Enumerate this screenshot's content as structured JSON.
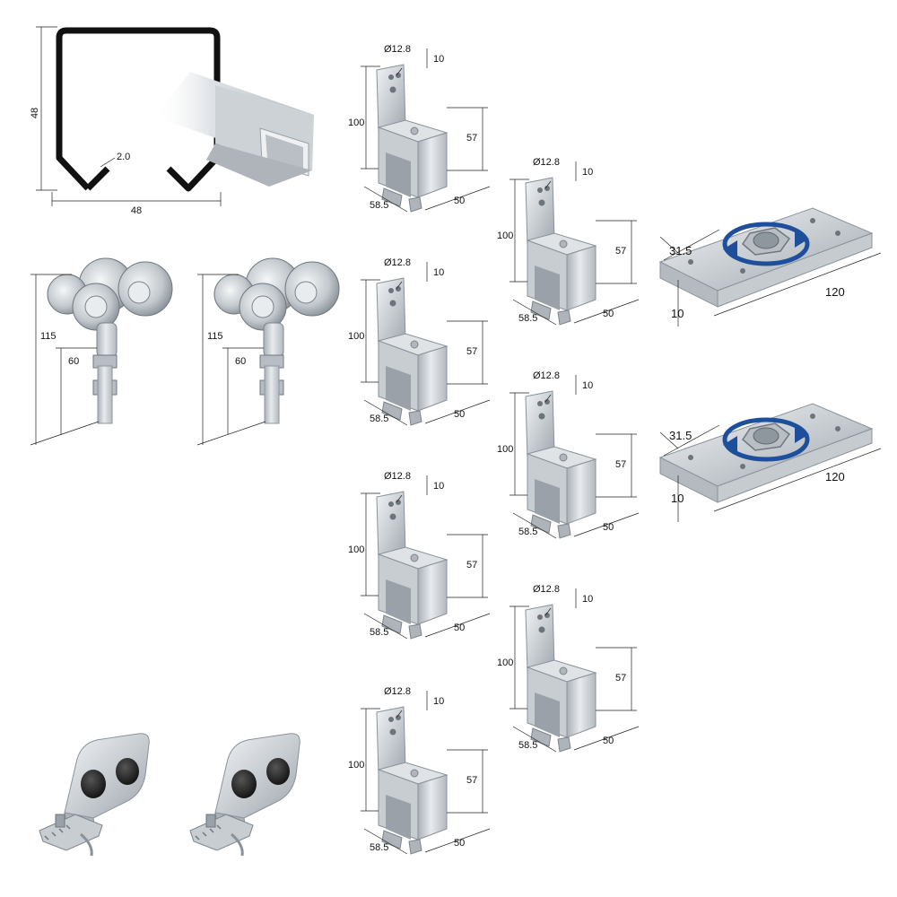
{
  "colors": {
    "steel_light": "#e4e7ea",
    "steel_mid": "#bcc2c8",
    "steel_dark": "#8e969e",
    "profile_black": "#111111",
    "arrow_blue": "#1e4f9c",
    "rubber_black": "#1b1b1b"
  },
  "profile": {
    "height_label": "48",
    "width_label": "48",
    "thickness_label": "2.0"
  },
  "trolleys": [
    {
      "overall_label": "115",
      "thread_label": "60"
    },
    {
      "overall_label": "115",
      "thread_label": "60"
    }
  ],
  "brackets": [
    {
      "hole_label": "Ø12.8",
      "top_label": "10",
      "height_label": "100",
      "inner_label": "57",
      "depth_label": "58.5",
      "width_label": "50"
    },
    {
      "hole_label": "Ø12.8",
      "top_label": "10",
      "height_label": "100",
      "inner_label": "57",
      "depth_label": "58.5",
      "width_label": "50"
    },
    {
      "hole_label": "Ø12.8",
      "top_label": "10",
      "height_label": "100",
      "inner_label": "57",
      "depth_label": "58.5",
      "width_label": "50"
    },
    {
      "hole_label": "Ø12.8",
      "top_label": "10",
      "height_label": "100",
      "inner_label": "57",
      "depth_label": "58.5",
      "width_label": "50"
    },
    {
      "hole_label": "Ø12.8",
      "top_label": "10",
      "height_label": "100",
      "inner_label": "57",
      "depth_label": "58.5",
      "width_label": "50"
    },
    {
      "hole_label": "Ø12.8",
      "top_label": "10",
      "height_label": "100",
      "inner_label": "57",
      "depth_label": "58.5",
      "width_label": "50"
    },
    {
      "hole_label": "Ø12.8",
      "top_label": "10",
      "height_label": "100",
      "inner_label": "57",
      "depth_label": "58.5",
      "width_label": "50"
    }
  ],
  "plates": [
    {
      "offset_label": "31.5",
      "length_label": "120",
      "height_label": "10"
    },
    {
      "offset_label": "31.5",
      "length_label": "120",
      "height_label": "10"
    }
  ],
  "guides": [
    {
      "icon": "floor-guide-icon"
    },
    {
      "icon": "floor-guide-icon"
    }
  ]
}
